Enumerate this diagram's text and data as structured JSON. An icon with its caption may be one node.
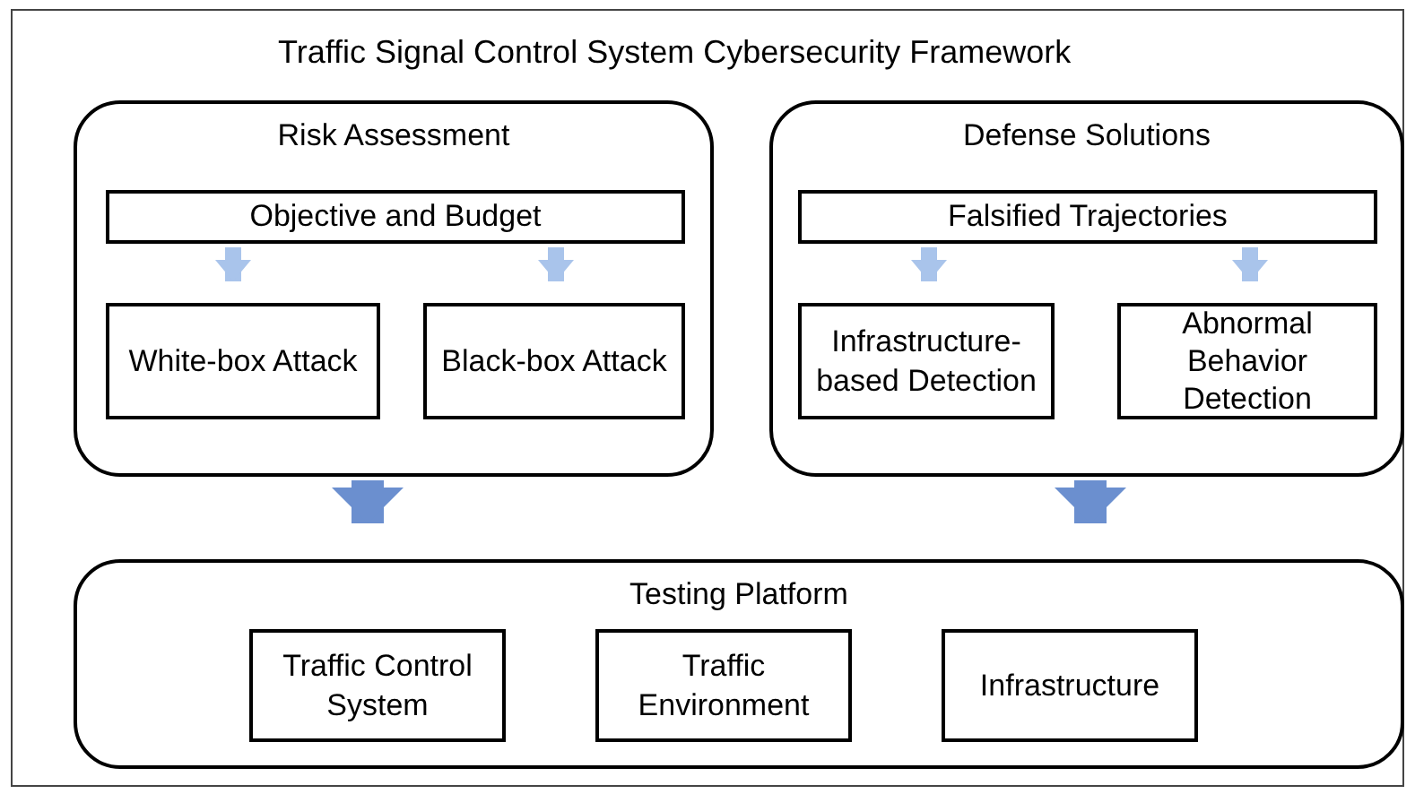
{
  "diagram": {
    "nodes": [
      {
        "text": [
          "Traffic Signal Control System Cybersecurity Framework"
        ]
      },
      {
        "text": [
          "Risk Assessment"
        ],
        "in": 0
      },
      {
        "text": [
          "Objective and Budget"
        ],
        "in": 1
      },
      {
        "text": [
          "White-box Attack"
        ],
        "in": 1
      },
      {
        "text": [
          "Black-box Attack"
        ],
        "in": 1
      },
      {
        "text": [
          "Defense Solutions"
        ],
        "in": 0
      },
      {
        "text": [
          "Falsified Trajectories"
        ],
        "in": 5
      },
      {
        "text": [
          "Infrastructure-based Detection"
        ],
        "in": 5
      },
      {
        "text": [
          "Abnormal Behavior Detection"
        ],
        "in": 5
      },
      {
        "text": [
          "Testing Platform"
        ],
        "in": 0
      },
      {
        "text": [
          "Traffic Control System"
        ],
        "in": 9
      },
      {
        "text": [
          "Traffic Environment"
        ],
        "in": 9
      },
      {
        "text": [
          "Infrastructure"
        ],
        "in": 9
      }
    ],
    "edges": [
      {
        "from": 2,
        "to": 3,
        "arrow": "to"
      },
      {
        "from": 2,
        "to": 4,
        "arrow": "to"
      },
      {
        "from": 6,
        "to": 7,
        "arrow": "to"
      },
      {
        "from": 6,
        "to": 8,
        "arrow": "to"
      },
      {
        "from": 1,
        "to": 9,
        "arrow": "to",
        "style": "thick",
        "color": "#6b8fcf"
      },
      {
        "from": 5,
        "to": 9,
        "arrow": "to",
        "style": "thick",
        "color": "#6b8fcf"
      }
    ]
  }
}
